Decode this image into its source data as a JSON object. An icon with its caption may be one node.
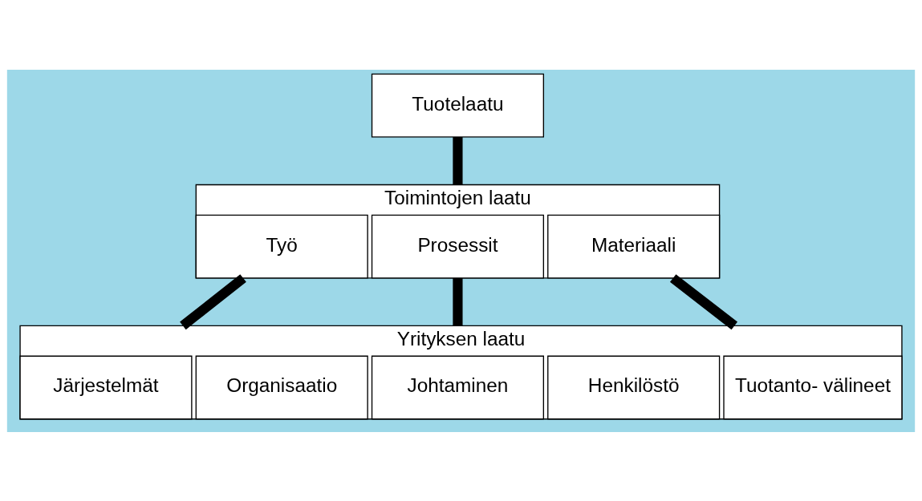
{
  "diagram": {
    "nodes": [
      {
        "text": [
          "Tuotelaatu"
        ]
      },
      {
        "text": [
          "Toimintojen laatu"
        ]
      },
      {
        "text": [
          "Työ"
        ],
        "in": 1
      },
      {
        "text": [
          "Prosessit"
        ],
        "in": 1
      },
      {
        "text": [
          "Materiaali"
        ],
        "in": 1
      },
      {
        "text": [
          "Yrityksen laatu"
        ]
      },
      {
        "text": [
          "Järjestelmät"
        ],
        "in": 5
      },
      {
        "text": [
          "Organisaatio"
        ],
        "in": 5
      },
      {
        "text": [
          "Johtaminen"
        ],
        "in": 5
      },
      {
        "text": [
          "Henkilöstö"
        ],
        "in": 5
      },
      {
        "text": [
          "Tuotanto- välineet"
        ],
        "in": 5
      }
    ],
    "edges": [
      {
        "from": 0,
        "to": 1,
        "arrow": "none"
      },
      {
        "from": 2,
        "to": 5,
        "arrow": "none"
      },
      {
        "from": 3,
        "to": 5,
        "arrow": "none"
      },
      {
        "from": 4,
        "to": 5,
        "arrow": "none"
      }
    ]
  }
}
